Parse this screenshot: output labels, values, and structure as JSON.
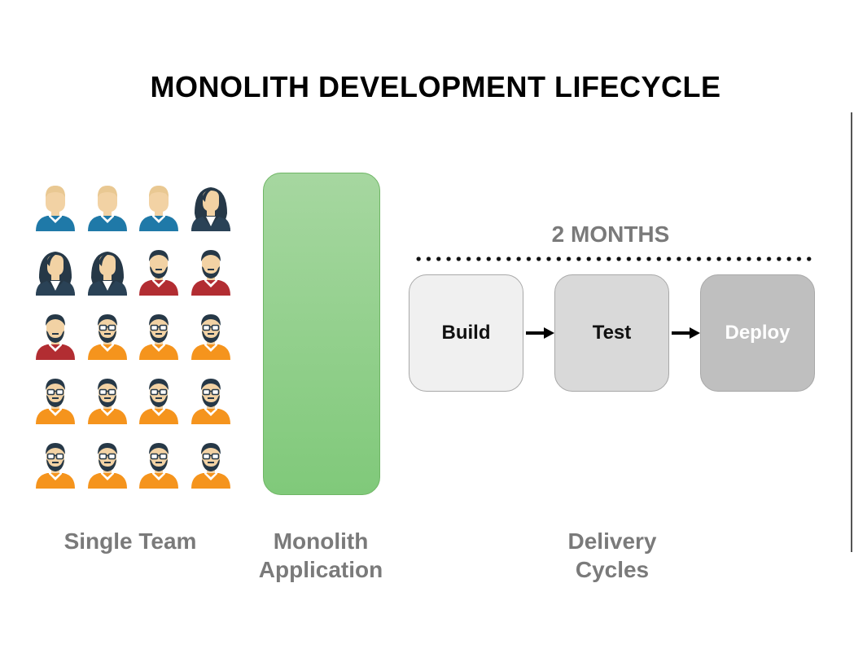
{
  "title": "MONOLITH DEVELOPMENT LIFECYCLE",
  "team": {
    "label": "Single Team",
    "rows": [
      [
        "blond-man",
        "blond-man",
        "blond-man",
        "woman"
      ],
      [
        "woman",
        "woman",
        "bearded-man-red",
        "bearded-man-red"
      ],
      [
        "bearded-man-red",
        "bearded-glasses-man",
        "bearded-glasses-man",
        "bearded-glasses-man"
      ],
      [
        "bearded-glasses-man",
        "bearded-glasses-man",
        "bearded-glasses-man",
        "bearded-glasses-man"
      ],
      [
        "bearded-glasses-man",
        "bearded-glasses-man",
        "bearded-glasses-man",
        "bearded-glasses-man"
      ]
    ]
  },
  "monolith": {
    "label_line1": "Monolith",
    "label_line2": "Application",
    "color": "#86cb80"
  },
  "delivery": {
    "duration": "2 MONTHS",
    "label_line1": "Delivery",
    "label_line2": "Cycles",
    "stages": [
      {
        "label": "Build",
        "fill": "#f0f0f0",
        "text_color": "#111111"
      },
      {
        "label": "Test",
        "fill": "#d9d9d9",
        "text_color": "#111111"
      },
      {
        "label": "Deploy",
        "fill": "#bfbfbf",
        "text_color": "#ffffff"
      }
    ]
  },
  "colors": {
    "blue_shirt": "#1f79a8",
    "red_shirt": "#b22d32",
    "orange_shirt": "#f5941d",
    "navy_shirt": "#2a4256",
    "skin": "#f2d2a4",
    "hair": "#263847"
  }
}
